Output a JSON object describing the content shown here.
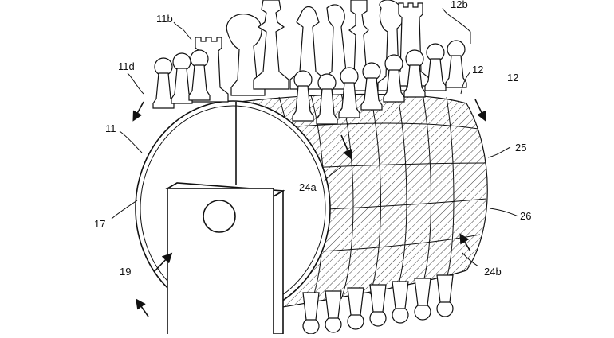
{
  "figure": {
    "labels": {
      "l11b": "11b",
      "l12b": "12b",
      "l11d": "11d",
      "l12a": "12",
      "l12b2": "12",
      "l11": "11",
      "l25": "25",
      "l24a": "24a",
      "l17": "17",
      "l26": "26",
      "l19": "19",
      "l24b": "24b"
    }
  }
}
